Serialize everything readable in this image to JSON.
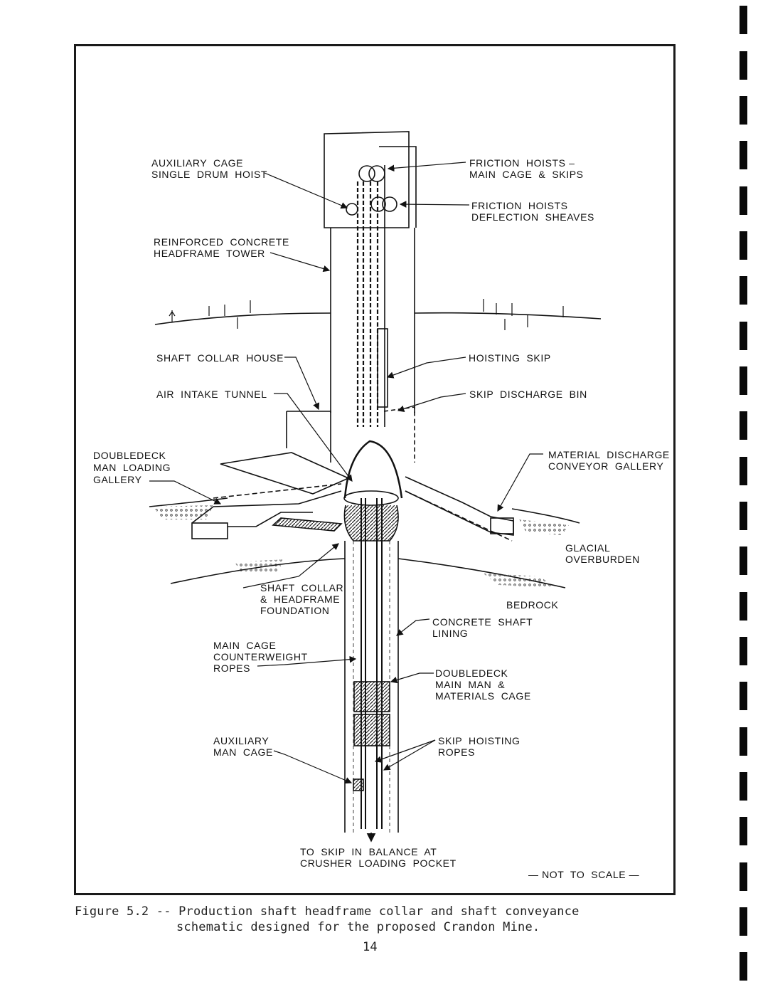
{
  "figure": {
    "labels": {
      "aux_hoist": "AUXILIARY  CAGE\nSINGLE  DRUM  HOIST",
      "friction_main": "FRICTION  HOISTS –\nMAIN  CAGE  &  SKIPS",
      "friction_deflection": "FRICTION  HOISTS\nDEFLECTION  SHEAVES",
      "headframe_tower": "REINFORCED  CONCRETE\nHEADFRAME  TOWER",
      "collar_house": "SHAFT  COLLAR  HOUSE",
      "hoisting_skip": "HOISTING  SKIP",
      "air_intake": "AIR  INTAKE  TUNNEL",
      "skip_bin": "SKIP  DISCHARGE  BIN",
      "man_loading": "DOUBLEDECK\nMAN  LOADING\nGALLERY",
      "conveyor": "MATERIAL  DISCHARGE\nCONVEYOR  GALLERY",
      "overburden": "GLACIAL\nOVERBURDEN",
      "foundation": "SHAFT  COLLAR\n&  HEADFRAME\nFOUNDATION",
      "bedrock": "BEDROCK",
      "lining": "CONCRETE  SHAFT\nLINING",
      "counterweight": "MAIN  CAGE\nCOUNTERWEIGHT\nROPES",
      "main_cage": "DOUBLEDECK\nMAIN  MAN  &\nMATERIALS  CAGE",
      "aux_cage": "AUXILIARY\nMAN  CAGE",
      "skip_ropes": "SKIP  HOISTING\nROPES",
      "balance": "TO  SKIP  IN  BALANCE  AT\nCRUSHER  LOADING  POCKET",
      "scale": "— NOT  TO  SCALE —"
    }
  },
  "caption": {
    "line1": "Figure 5.2 -- Production shaft headframe collar and shaft conveyance",
    "line2": "schematic designed for the proposed Crandon Mine."
  },
  "page_number": "14"
}
